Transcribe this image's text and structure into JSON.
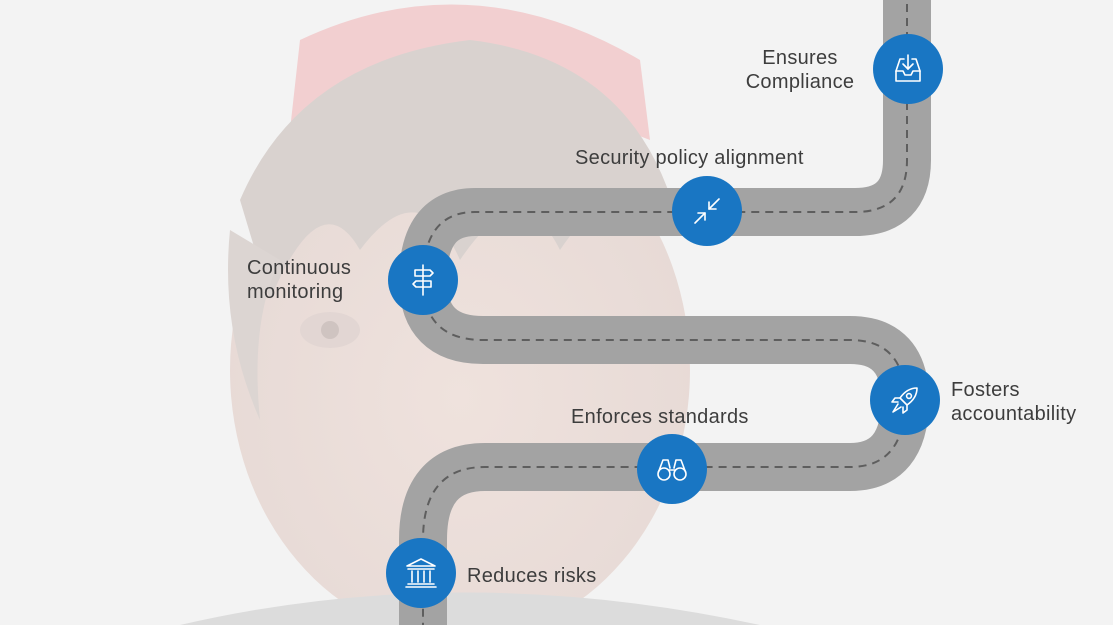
{
  "milestones": [
    {
      "id": "ensures-compliance",
      "icon": "inbox-download-icon",
      "label_lines": [
        "Ensures",
        "Compliance"
      ]
    },
    {
      "id": "security-policy-alignment",
      "icon": "compress-arrows-icon",
      "label_lines": [
        "Security policy alignment"
      ]
    },
    {
      "id": "continuous-monitoring",
      "icon": "signpost-icon",
      "label_lines": [
        "Continuous",
        "monitoring"
      ]
    },
    {
      "id": "fosters-accountability",
      "icon": "rocket-icon",
      "label_lines": [
        "Fosters",
        "accountability"
      ]
    },
    {
      "id": "enforces-standards",
      "icon": "binoculars-icon",
      "label_lines": [
        "Enforces standards"
      ]
    },
    {
      "id": "reduces-risks",
      "icon": "bank-building-icon",
      "label_lines": [
        "Reduces risks"
      ]
    }
  ],
  "colors": {
    "road": "#a3a3a3",
    "road_dash": "#5e5e5e",
    "milestone": "#1976c3",
    "label": "#3d3d3d",
    "background": "#f3f3f3"
  }
}
